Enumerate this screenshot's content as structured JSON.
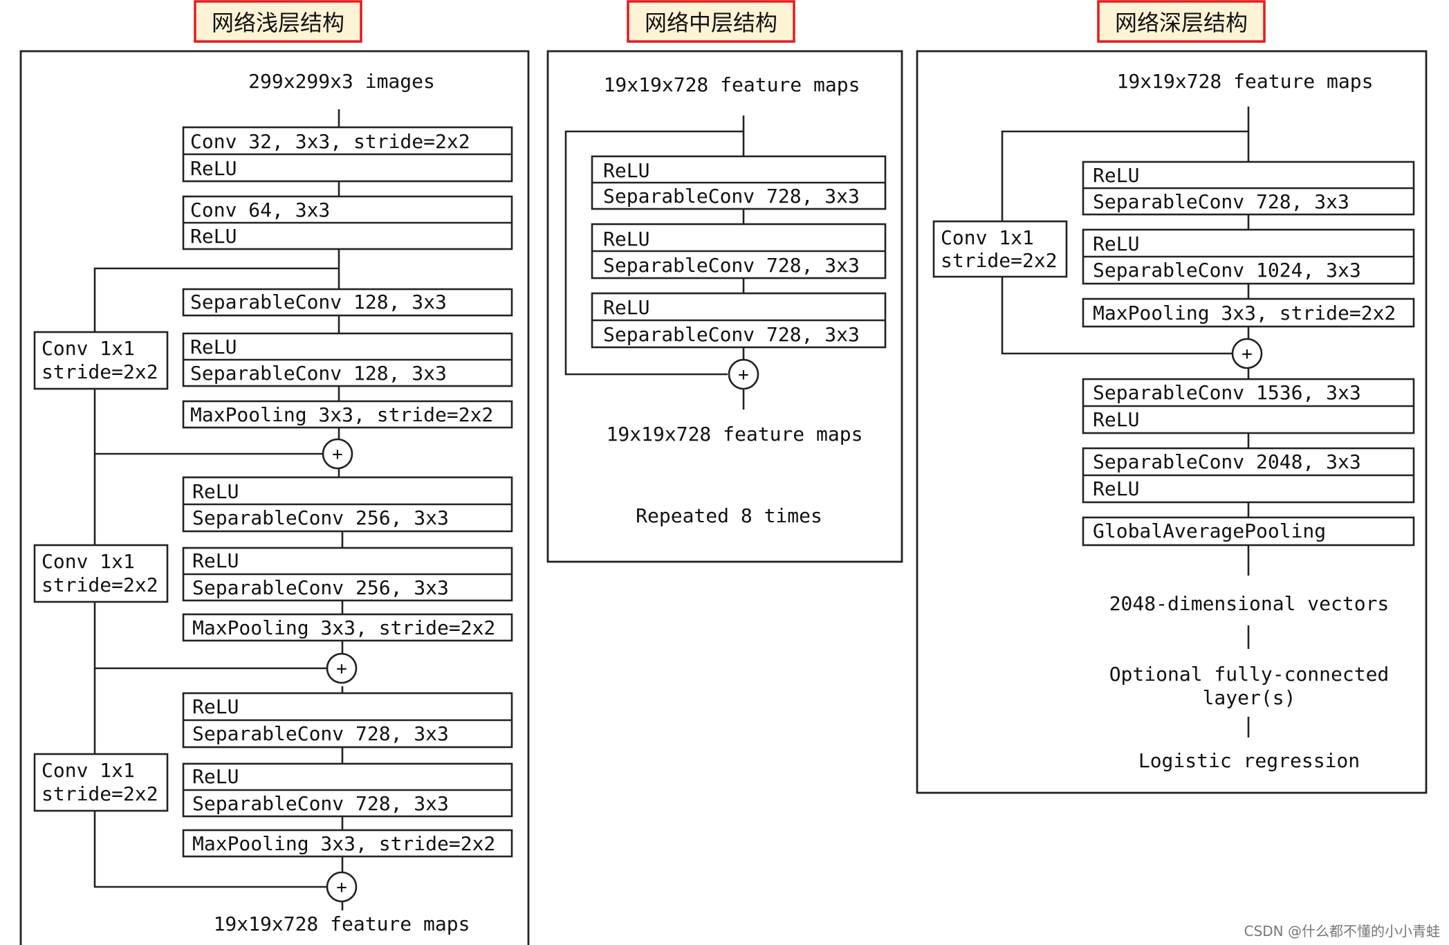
{
  "titles": {
    "shallow": "网络浅层结构",
    "middle": "网络中层结构",
    "deep": "网络深层结构"
  },
  "shallow": {
    "input": "299x299x3 images",
    "layers": [
      [
        "Conv 32, 3x3, stride=2x2",
        "ReLU"
      ],
      [
        "Conv 64, 3x3",
        "ReLU"
      ],
      [
        "SeparableConv 128, 3x3"
      ],
      [
        "ReLU",
        "SeparableConv 128, 3x3"
      ],
      [
        "MaxPooling 3x3, stride=2x2"
      ],
      [
        "ReLU",
        "SeparableConv 256, 3x3"
      ],
      [
        "ReLU",
        "SeparableConv 256, 3x3"
      ],
      [
        "MaxPooling 3x3, stride=2x2"
      ],
      [
        "ReLU",
        "SeparableConv 728, 3x3"
      ],
      [
        "ReLU",
        "SeparableConv 728, 3x3"
      ],
      [
        "MaxPooling 3x3, stride=2x2"
      ]
    ],
    "shortcut": [
      "Conv 1x1",
      "stride=2x2"
    ],
    "output": "19x19x728 feature maps"
  },
  "middle": {
    "input": "19x19x728 feature maps",
    "layers": [
      [
        "ReLU",
        "SeparableConv 728, 3x3"
      ],
      [
        "ReLU",
        "SeparableConv 728, 3x3"
      ],
      [
        "ReLU",
        "SeparableConv 728, 3x3"
      ]
    ],
    "output": "19x19x728 feature maps",
    "repeat": "Repeated 8 times"
  },
  "deep": {
    "input": "19x19x728 feature maps",
    "layers": [
      [
        "ReLU",
        "SeparableConv 728, 3x3"
      ],
      [
        "ReLU",
        "SeparableConv 1024, 3x3"
      ],
      [
        "MaxPooling 3x3, stride=2x2"
      ],
      [
        "SeparableConv 1536, 3x3",
        "ReLU"
      ],
      [
        "SeparableConv 2048, 3x3",
        "ReLU"
      ],
      [
        "GlobalAveragePooling"
      ]
    ],
    "shortcut": [
      "Conv 1x1",
      "stride=2x2"
    ],
    "vectors": "2048-dimensional vectors",
    "fc": [
      "Optional fully-connected",
      "layer(s)"
    ],
    "logistic": "Logistic regression"
  },
  "plus_symbol": "+",
  "watermark": "CSDN @什么都不懂的小小青蛙"
}
